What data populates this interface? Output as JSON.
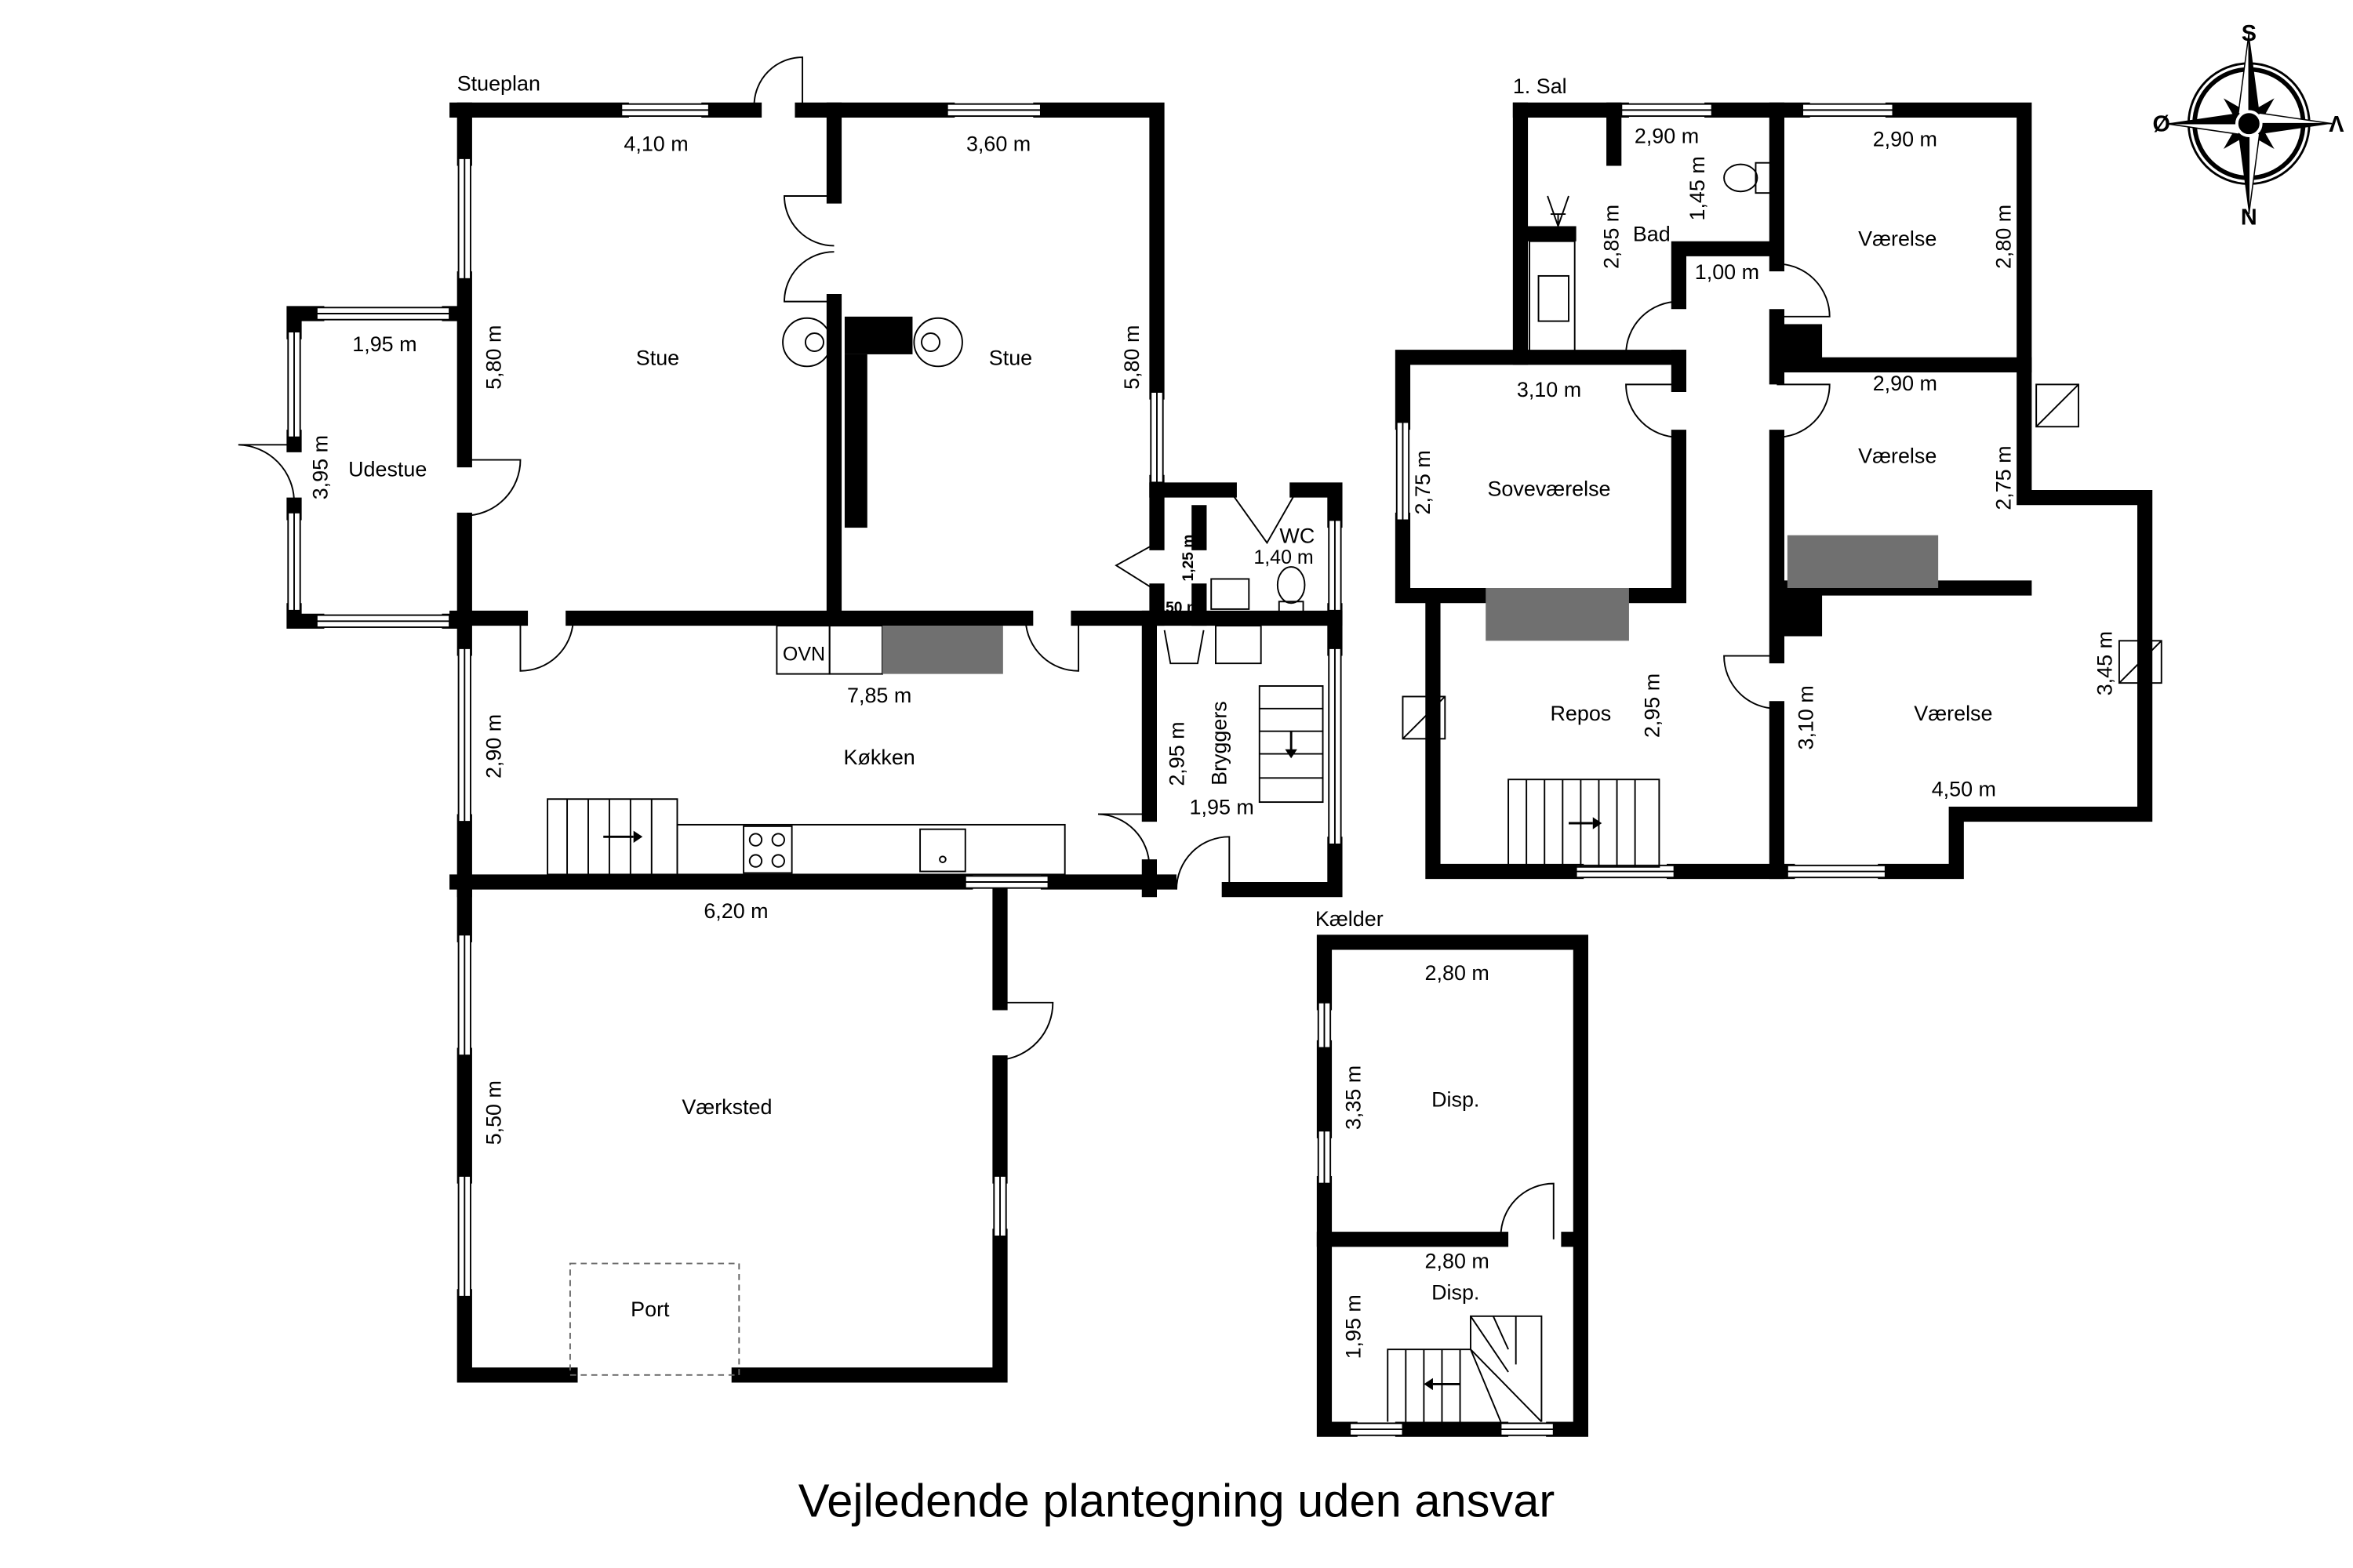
{
  "compass": {
    "north": "N",
    "south": "S",
    "east": "Ø",
    "west": "V"
  },
  "stueplan": {
    "title": "Stueplan",
    "stue1": {
      "name": "Stue",
      "width": "4,10 m",
      "depth": "5,80 m"
    },
    "stue2": {
      "name": "Stue",
      "width": "3,60 m",
      "depth": "5,80 m"
    },
    "udestue": {
      "name": "Udestue",
      "width": "1,95 m",
      "depth": "3,95 m"
    },
    "wc": {
      "name": "WC",
      "width": "1,40 m",
      "depth": "1,25 m",
      "small": "0,50 m"
    },
    "koekken": {
      "name": "Køkken",
      "width": "7,85 m",
      "depth": "2,90 m",
      "oven": "OVN"
    },
    "bryggers": {
      "name": "Bryggers",
      "width": "1,95 m",
      "depth": "2,95 m"
    },
    "vaerksted": {
      "name": "Værksted",
      "width": "6,20 m",
      "depth": "5,50 m",
      "port": "Port"
    }
  },
  "sal": {
    "title": "1. Sal",
    "bad": {
      "name": "Bad",
      "width": "2,90 m",
      "depth": "2,85 m",
      "toilet_depth": "1,45 m"
    },
    "gang": {
      "width": "1,00 m"
    },
    "vaerelse1": {
      "name": "Værelse",
      "width": "2,90 m",
      "depth": "2,80 m"
    },
    "sovevaerelse": {
      "name": "Soveværelse",
      "width": "3,10 m",
      "depth": "2,75 m"
    },
    "vaerelse2": {
      "name": "Værelse",
      "width": "2,90 m",
      "depth": "2,75 m"
    },
    "repos": {
      "name": "Repos",
      "depth": "2,95 m"
    },
    "vaerelse3": {
      "name": "Værelse",
      "width": "4,50 m",
      "depth": "3,10 m",
      "depth2": "3,45 m"
    }
  },
  "kaelder": {
    "title": "Kælder",
    "disp1": {
      "name": "Disp.",
      "width": "2,80 m",
      "depth": "3,35 m"
    },
    "disp2": {
      "name": "Disp.",
      "width": "2,80 m",
      "depth": "1,95 m"
    }
  },
  "footer": "Vejledende plantegning uden ansvar",
  "colors": {
    "wall": "#000000",
    "fixture": "#707070"
  }
}
